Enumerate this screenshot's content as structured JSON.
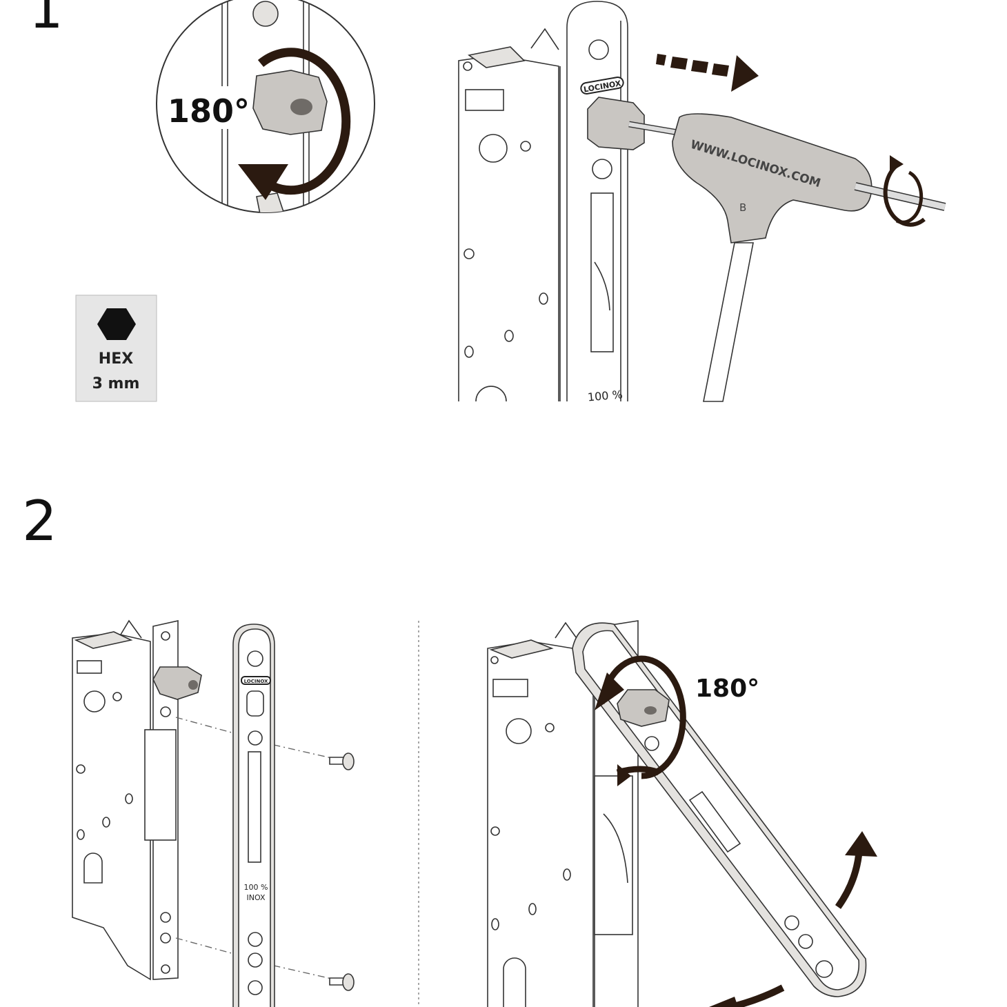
{
  "steps": {
    "step1": {
      "number": "1",
      "rotation_label": "180°",
      "tool_badge": {
        "icon": "hexagon-icon",
        "line1": "HEX",
        "line2": "3 mm"
      },
      "brand": "LOCINOX",
      "tool_text": "WWW.LOCINOX.COM",
      "tool_letter": "B",
      "faceplate_text": "100 %"
    },
    "step2": {
      "number": "2",
      "rotation_label": "180°",
      "brand": "LOCINOX",
      "faceplate_text_line1": "100 %",
      "faceplate_text_line2": "INOX"
    }
  },
  "colors": {
    "arrow": "#2b1a10",
    "badge_bg": "#e6e6e6",
    "metal": "#c9c6c2"
  }
}
